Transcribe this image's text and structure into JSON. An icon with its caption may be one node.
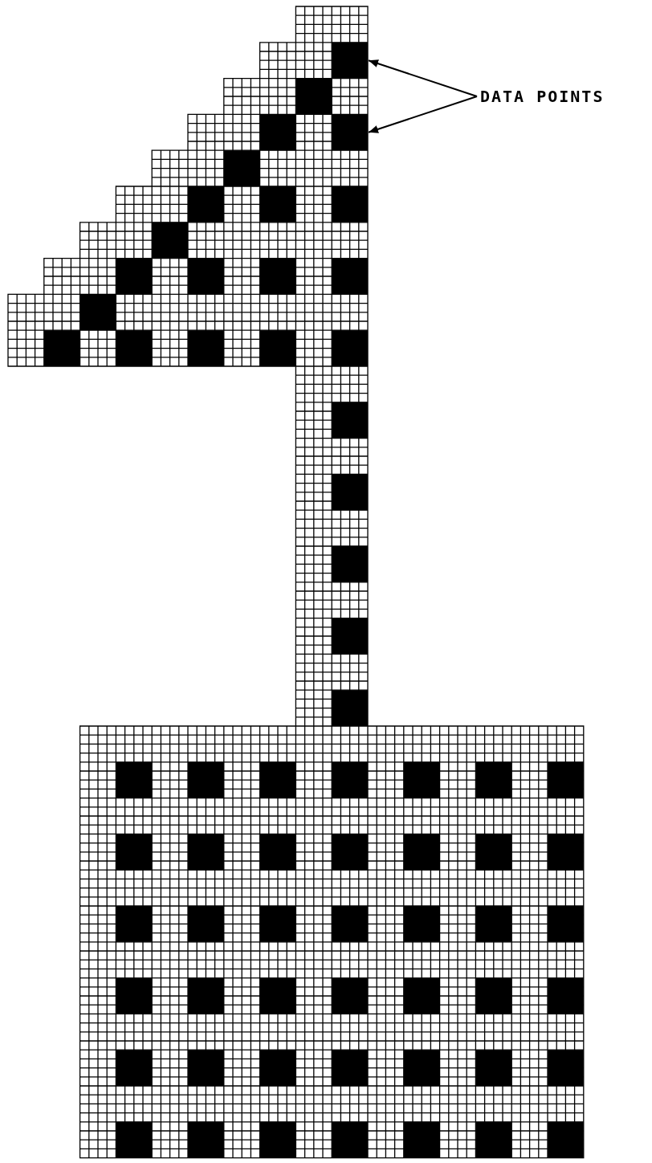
{
  "diagram": {
    "nodes": [
      {
        "text": [
          "DATA POINTS"
        ]
      },
      {
        "text": [],
        "shape": "box"
      },
      {
        "text": [],
        "shape": "box"
      }
    ],
    "edges": [
      {
        "from": 0,
        "to": 1,
        "arrow": "to"
      },
      {
        "from": 0,
        "to": 2,
        "arrow": "to"
      }
    ]
  }
}
